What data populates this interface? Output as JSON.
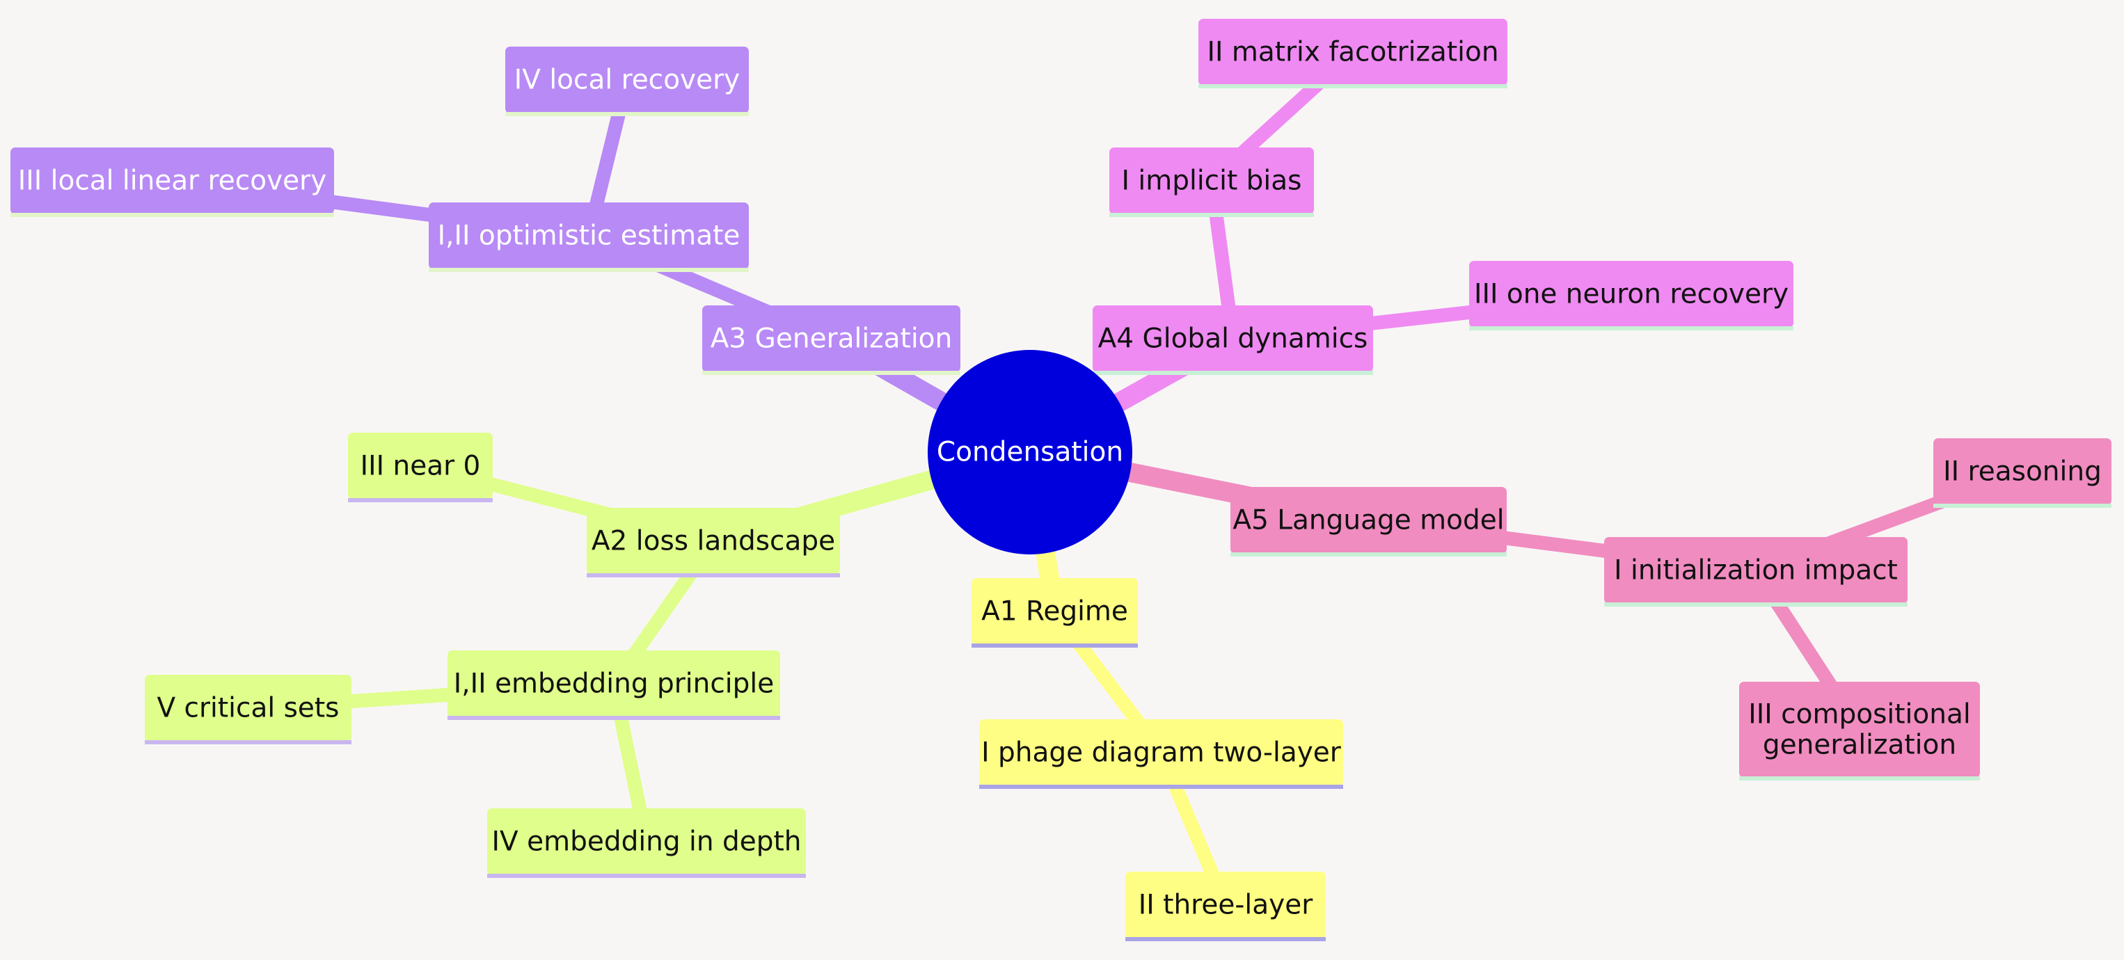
{
  "mindmap": {
    "root": {
      "label": "Condensation",
      "color": "#0000dd",
      "text_color": "#ffffff"
    },
    "branches": [
      {
        "id": "a1",
        "label": "A1 Regime",
        "color": "#fefe84",
        "text_color": "#111111",
        "underline_color": "#a9a4e6",
        "children": [
          {
            "id": "a1-phage",
            "label": "I phage diagram two-layer",
            "children": [
              {
                "id": "a1-three",
                "label": "II three-layer"
              }
            ]
          }
        ]
      },
      {
        "id": "a2",
        "label": "A2 loss landscape",
        "color": "#dffe8b",
        "text_color": "#111111",
        "underline_color": "#c9b6f0",
        "children": [
          {
            "id": "a2-near0",
            "label": "III near 0"
          },
          {
            "id": "a2-embed",
            "label": "I,II embedding principle",
            "children": [
              {
                "id": "a2-critical",
                "label": "V critical sets"
              },
              {
                "id": "a2-depth",
                "label": "IV embedding in depth"
              }
            ]
          }
        ]
      },
      {
        "id": "a3",
        "label": "A3 Generalization",
        "color": "#b88af5",
        "text_color": "#ffffff",
        "underline_color": "#e2f5c8",
        "children": [
          {
            "id": "a3-opt",
            "label": "I,II optimistic estimate",
            "children": [
              {
                "id": "a3-local",
                "label": "IV local recovery"
              },
              {
                "id": "a3-linear",
                "label": "III local linear recovery"
              }
            ]
          }
        ]
      },
      {
        "id": "a4",
        "label": "A4 Global dynamics",
        "color": "#ef8af2",
        "text_color": "#111111",
        "underline_color": "#c8f0d6",
        "children": [
          {
            "id": "a4-bias",
            "label": "I implicit bias",
            "children": [
              {
                "id": "a4-matrix",
                "label": "II matrix facotrization"
              }
            ]
          },
          {
            "id": "a4-neuron",
            "label": "III one neuron recovery"
          }
        ]
      },
      {
        "id": "a5",
        "label": "A5 Language model",
        "color": "#f08cc0",
        "text_color": "#111111",
        "underline_color": "#c8f0d6",
        "children": [
          {
            "id": "a5-init",
            "label": "I initialization impact",
            "children": [
              {
                "id": "a5-reason",
                "label": "II reasoning"
              },
              {
                "id": "a5-comp",
                "label": "III compositional\ngeneralization"
              }
            ]
          }
        ]
      }
    ]
  }
}
